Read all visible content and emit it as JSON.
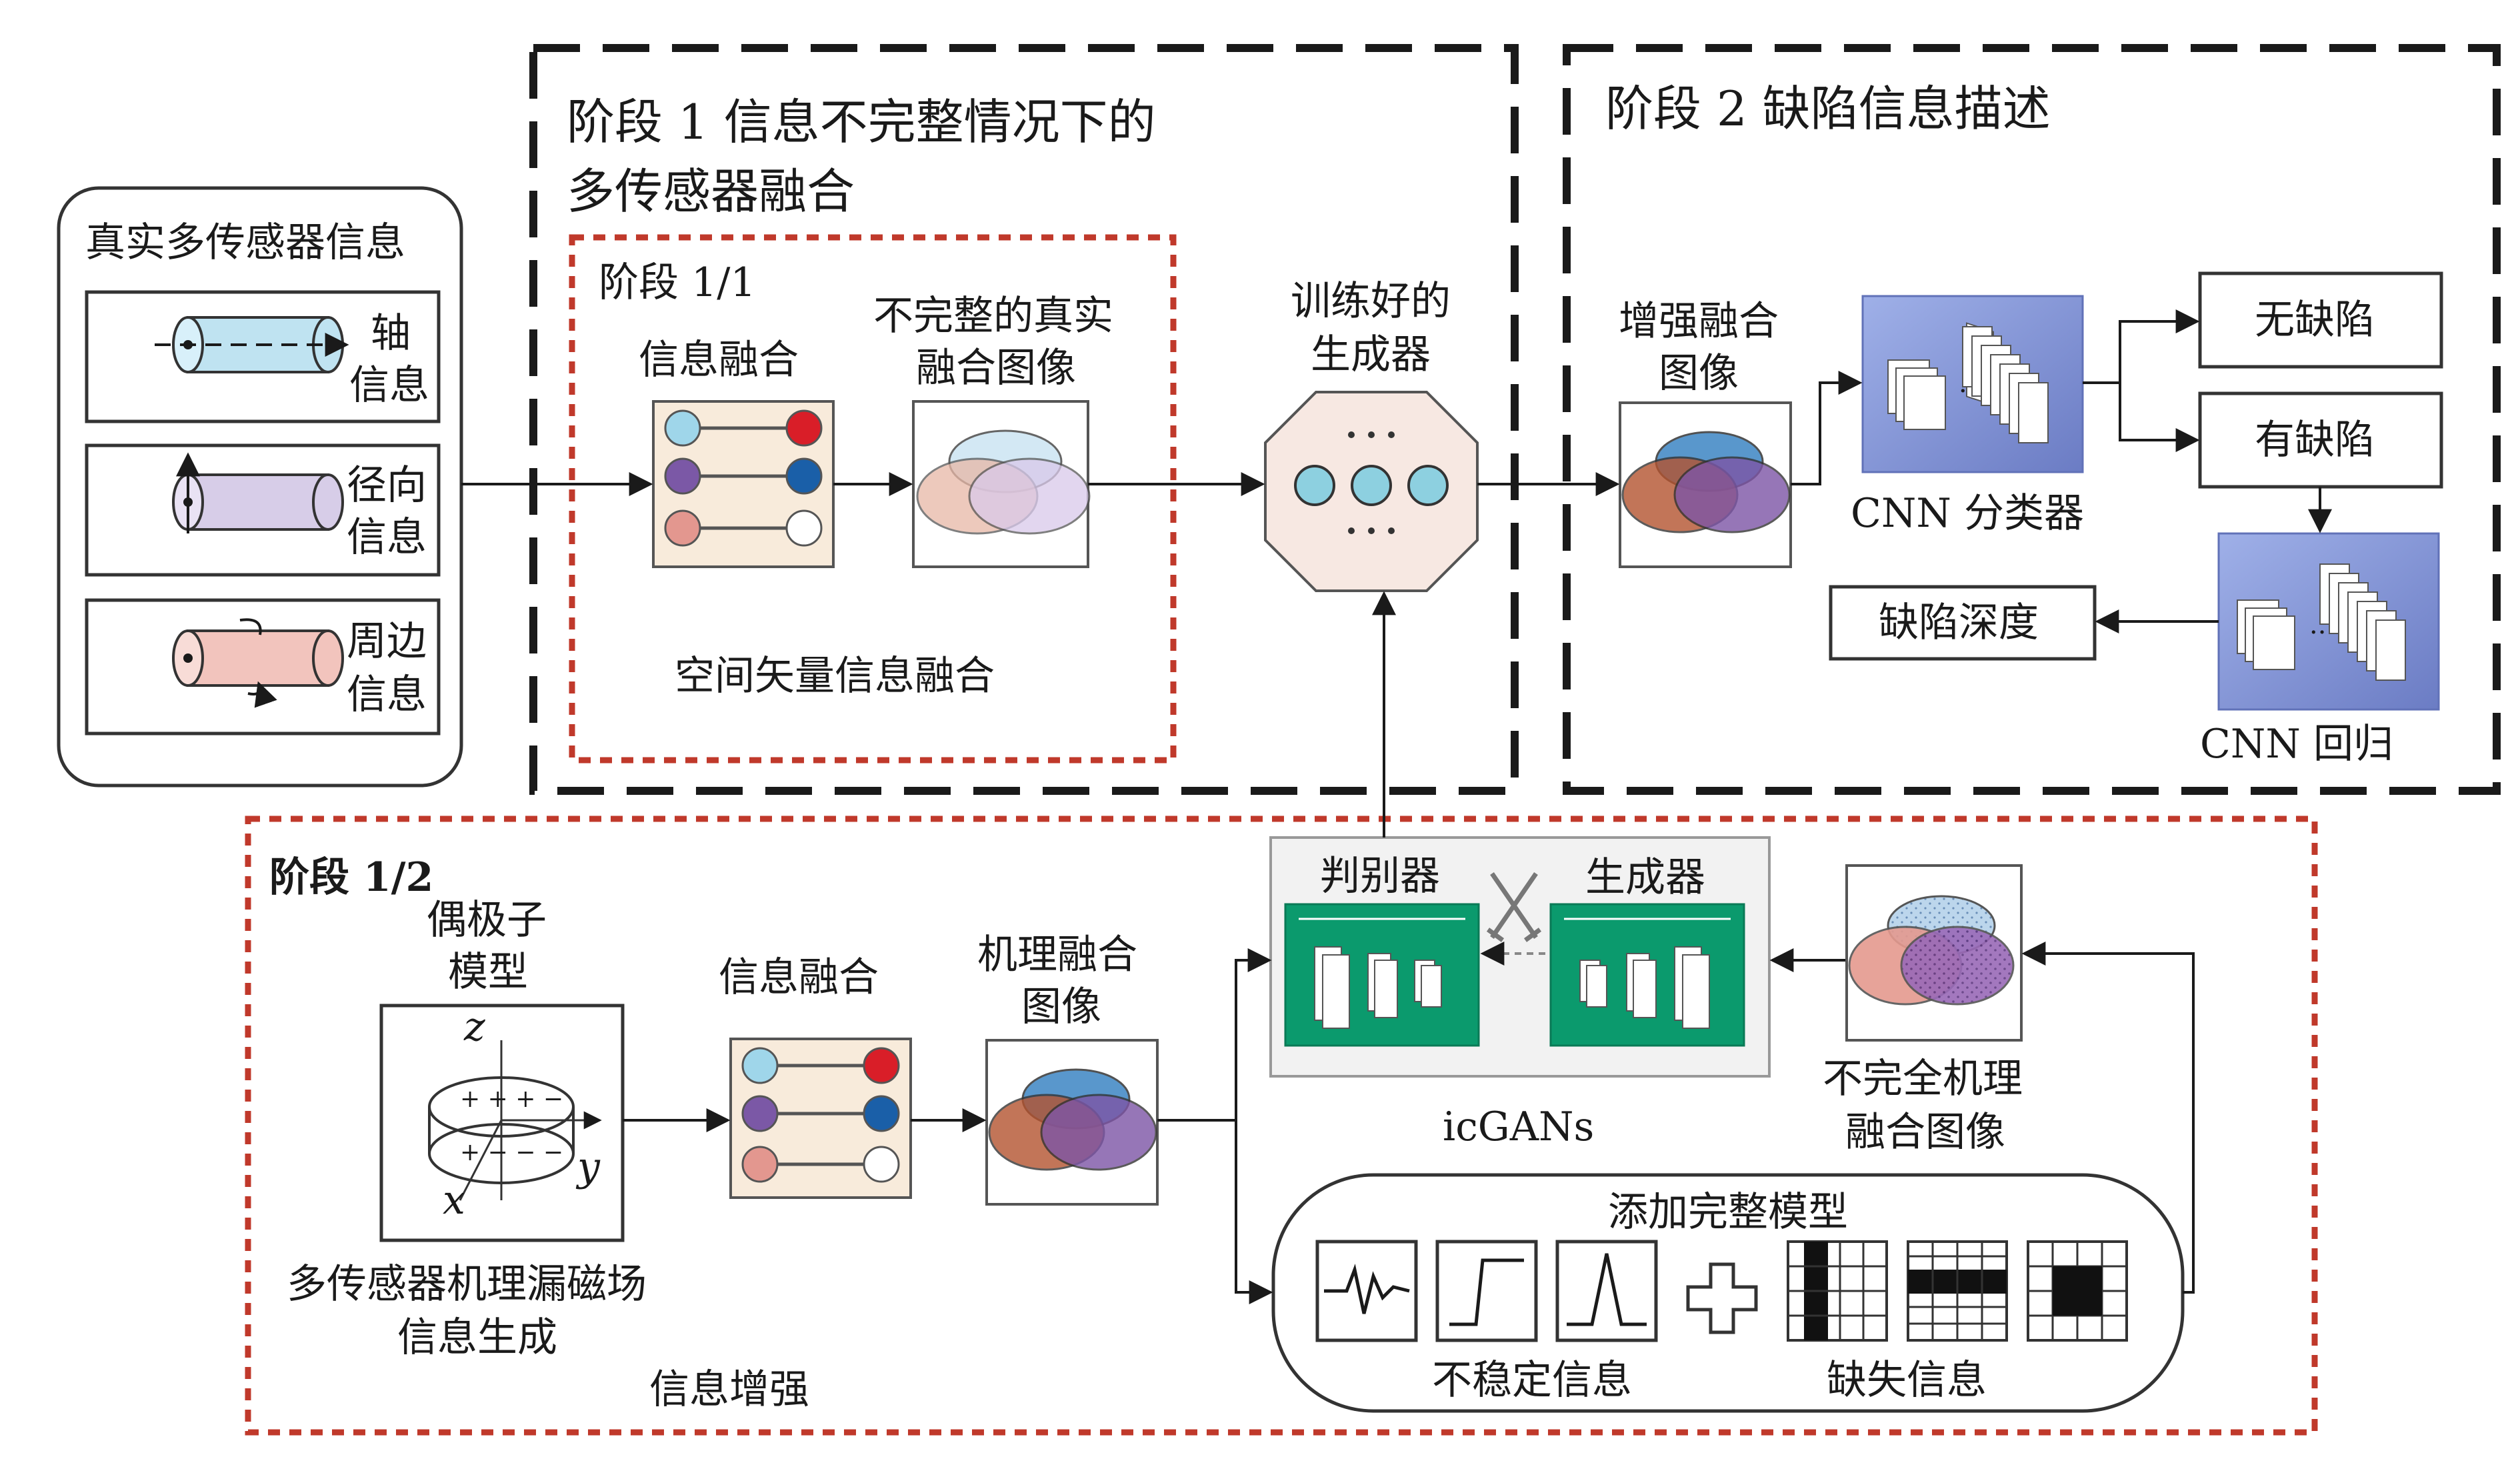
{
  "stage1": {
    "title_line1": "阶段 1 信息不完整情况下的",
    "title_line2": "多传感器融合",
    "sub11_label": "阶段 1/1",
    "sub11_fusion_label": "信息融合",
    "sub11_incomplete_line1": "不完整的真实",
    "sub11_incomplete_line2": "融合图像",
    "sub11_caption": "空间矢量信息融合"
  },
  "stage2": {
    "title": "阶段 2 缺陷信息描述",
    "enhanced_line1": "增强融合",
    "enhanced_line2": "图像",
    "cnn_classifier": "CNN 分类器",
    "no_defect": "无缺陷",
    "has_defect": "有缺陷",
    "defect_depth": "缺陷深度",
    "cnn_regression": "CNN 回归"
  },
  "sensor_panel": {
    "title": "真实多传感器信息",
    "axial_line1": "轴",
    "axial_line2": "信息",
    "radial_line1": "径向",
    "radial_line2": "信息",
    "circ_line1": "周边",
    "circ_line2": "信息"
  },
  "generator_trained": {
    "line1": "训练好的",
    "line2": "生成器"
  },
  "stage12": {
    "label": "阶段 1/2",
    "dipole_line1": "偶极子",
    "dipole_line2": "模型",
    "axis_z": "z",
    "axis_x": "x",
    "axis_y": "y",
    "gen_line1": "多传感器机理漏磁场",
    "gen_line2": "信息生成",
    "fusion_label": "信息融合",
    "mech_line1": "机理融合",
    "mech_line2": "图像",
    "discriminator": "判别器",
    "generator": "生成器",
    "icgans": "icGANs",
    "incomplete_mech_line1": "不完全机理",
    "incomplete_mech_line2": "融合图像",
    "add_model": "添加完整模型",
    "unstable_info": "不稳定信息",
    "missing_info": "缺失信息",
    "caption": "信息增强"
  },
  "colors": {
    "dashed_black": "#1a1a1a",
    "dashed_red": "#c0392b",
    "gan_green": "#0b9a6d",
    "cnn_blue": "#7f8fd0",
    "circle_cyan": "#8dd0e0"
  }
}
